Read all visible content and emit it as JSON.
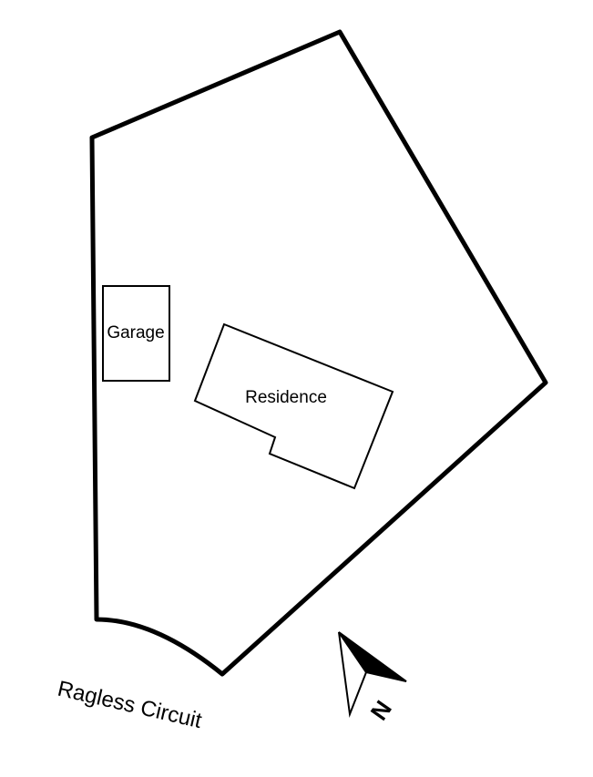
{
  "labels": {
    "garage": "Garage",
    "residence": "Residence",
    "street": "Ragless Circuit",
    "north": "N"
  },
  "colors": {
    "line": "#000000",
    "background": "#ffffff"
  },
  "icons": {
    "north_arrow": "north-arrow-icon"
  }
}
